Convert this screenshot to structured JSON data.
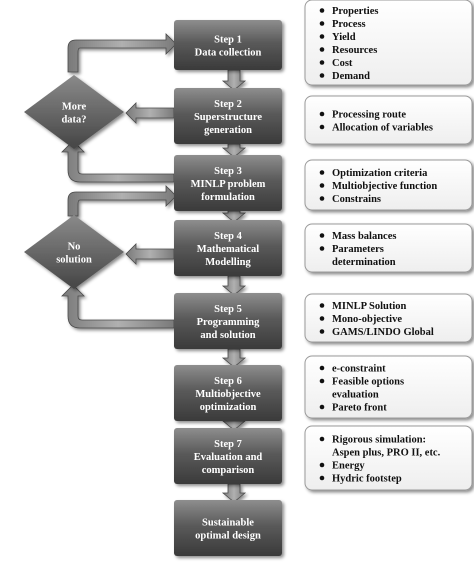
{
  "steps": [
    {
      "lines": [
        "Step 1",
        "Data collection"
      ]
    },
    {
      "lines": [
        "Step 2",
        "Superstructure",
        "generation"
      ]
    },
    {
      "lines": [
        "Step 3",
        "MINLP problem",
        "formulation"
      ]
    },
    {
      "lines": [
        "Step 4",
        "Mathematical",
        "Modelling"
      ]
    },
    {
      "lines": [
        "Step 5",
        "Programming",
        "and solution"
      ]
    },
    {
      "lines": [
        "Step 6",
        "Multiobjective",
        "optimization"
      ]
    },
    {
      "lines": [
        "Step 7",
        "Evaluation and",
        "comparison"
      ]
    },
    {
      "lines": [
        "Sustainable",
        "optimal design"
      ]
    }
  ],
  "decisions": [
    {
      "lines": [
        "More",
        "data?"
      ]
    },
    {
      "lines": [
        "No",
        "solution"
      ]
    }
  ],
  "notes": [
    {
      "items": [
        [
          "Properties"
        ],
        [
          "Process"
        ],
        [
          "Yield"
        ],
        [
          "Resources"
        ],
        [
          "Cost"
        ],
        [
          "Demand"
        ]
      ]
    },
    {
      "items": [
        [
          "Processing route"
        ],
        [
          "Allocation of variables"
        ]
      ]
    },
    {
      "items": [
        [
          "Optimization criteria"
        ],
        [
          "Multiobjective function"
        ],
        [
          "Constrains"
        ]
      ]
    },
    {
      "items": [
        [
          "Mass balances"
        ],
        [
          "Parameters",
          "determination"
        ]
      ]
    },
    {
      "items": [
        [
          "MINLP Solution"
        ],
        [
          "Mono-objective"
        ],
        [
          "GAMS/LINDO Global"
        ]
      ]
    },
    {
      "items": [
        [
          "e-constraint"
        ],
        [
          "Feasible options",
          "evaluation"
        ],
        [
          "Pareto front"
        ]
      ]
    },
    {
      "items": [
        [
          "Rigorous simulation:",
          "Aspen plus, PRO II, etc."
        ],
        [
          "Energy"
        ],
        [
          "Hydric footstep"
        ]
      ]
    }
  ],
  "colors": {
    "box_dark": "#3a3a3a",
    "box_light": "#8e8e8e",
    "arrow": "#9a9a9a",
    "arrow_edge": "#4a4a4a",
    "note_border": "#9a9a9a"
  }
}
